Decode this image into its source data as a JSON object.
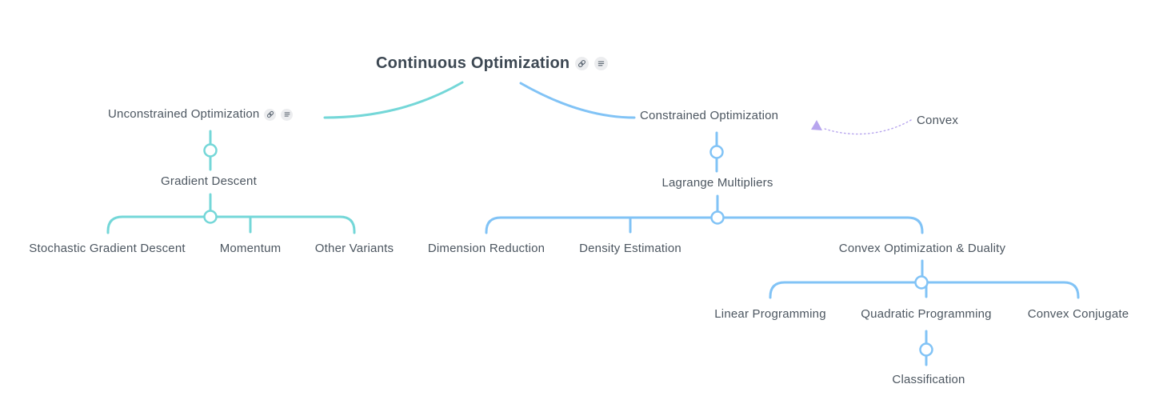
{
  "colors": {
    "teal": "#74d7d8",
    "blue": "#81c3f6",
    "purple": "#b7a5ee",
    "title_text": "#3d4853",
    "node_text": "#4c5660",
    "chip_bg": "#ecedef",
    "chip_icon": "#5b6672",
    "background": "#ffffff"
  },
  "root": {
    "label": "Continuous Optimization",
    "icons": [
      "link-icon",
      "notes-icon"
    ]
  },
  "nodes": {
    "unconstrained": {
      "label": "Unconstrained Optimization",
      "icons": [
        "link-icon",
        "notes-icon"
      ]
    },
    "gradient_descent": {
      "label": "Gradient Descent"
    },
    "sgd": {
      "label": "Stochastic Gradient Descent"
    },
    "momentum": {
      "label": "Momentum"
    },
    "other_variants": {
      "label": "Other Variants"
    },
    "constrained": {
      "label": "Constrained Optimization"
    },
    "lagrange": {
      "label": "Lagrange Multipliers"
    },
    "dimension_reduction": {
      "label": "Dimension Reduction"
    },
    "density_estimation": {
      "label": "Density Estimation"
    },
    "convex_opt_duality": {
      "label": "Convex Optimization & Duality"
    },
    "linear_programming": {
      "label": "Linear Programming"
    },
    "quadratic_programming": {
      "label": "Quadratic Programming"
    },
    "convex_conjugate": {
      "label": "Convex Conjugate"
    },
    "classification": {
      "label": "Classification"
    }
  },
  "annotation": {
    "label": "Convex"
  }
}
